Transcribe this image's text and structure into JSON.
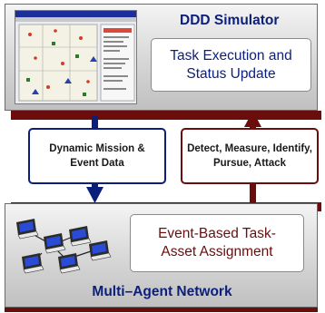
{
  "simulator": {
    "title": "DDD Simulator",
    "box_text": "Task Execution and Status Update"
  },
  "left_arrow": {
    "label": "Dynamic Mission & Event Data",
    "color": "#0b1f7a"
  },
  "right_arrow": {
    "label": "Detect, Measure, Identify, Pursue, Attack",
    "color": "#6b0d0d"
  },
  "network": {
    "box_text": "Event-Based Task-Asset Assignment",
    "title": "Multi–Agent Network"
  },
  "colors": {
    "blue": "#0b1f7a",
    "maroon": "#6b0d0d",
    "panel_gray": "#cfcfcf"
  },
  "icons": [
    "simulator-screenshot",
    "computer-network-icon"
  ]
}
